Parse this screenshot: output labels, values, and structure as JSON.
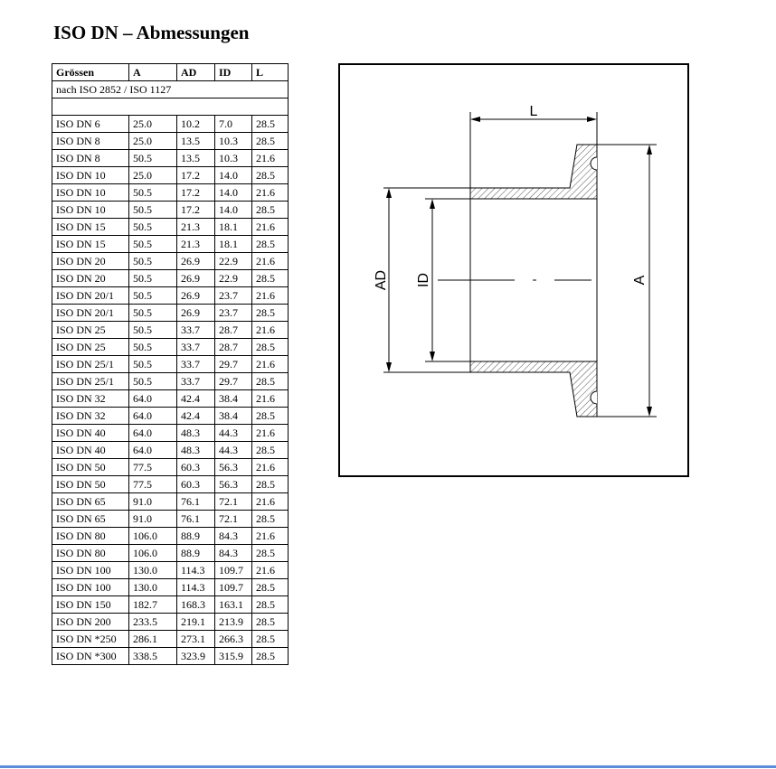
{
  "title": "ISO DN – Abmessungen",
  "table": {
    "headers": [
      "Grössen",
      "A",
      "AD",
      "ID",
      "L"
    ],
    "note": "nach ISO 2852 / ISO 1127",
    "rows": [
      [
        "ISO DN 6",
        "25.0",
        "10.2",
        "7.0",
        "28.5"
      ],
      [
        "ISO DN 8",
        "25.0",
        "13.5",
        "10.3",
        "28.5"
      ],
      [
        "ISO DN 8",
        "50.5",
        "13.5",
        "10.3",
        "21.6"
      ],
      [
        "ISO DN 10",
        "25.0",
        "17.2",
        "14.0",
        "28.5"
      ],
      [
        "ISO DN 10",
        "50.5",
        "17.2",
        "14.0",
        "21.6"
      ],
      [
        "ISO DN 10",
        "50.5",
        "17.2",
        "14.0",
        "28.5"
      ],
      [
        "ISO DN 15",
        "50.5",
        "21.3",
        "18.1",
        "21.6"
      ],
      [
        "ISO DN 15",
        "50.5",
        "21.3",
        "18.1",
        "28.5"
      ],
      [
        "ISO DN 20",
        "50.5",
        "26.9",
        "22.9",
        "21.6"
      ],
      [
        "ISO DN 20",
        "50.5",
        "26.9",
        "22.9",
        "28.5"
      ],
      [
        "ISO DN 20/1",
        "50.5",
        "26.9",
        "23.7",
        "21.6"
      ],
      [
        "ISO DN 20/1",
        "50.5",
        "26.9",
        "23.7",
        "28.5"
      ],
      [
        "ISO DN 25",
        "50.5",
        "33.7",
        "28.7",
        "21.6"
      ],
      [
        "ISO DN 25",
        "50.5",
        "33.7",
        "28.7",
        "28.5"
      ],
      [
        "ISO DN 25/1",
        "50.5",
        "33.7",
        "29.7",
        "21.6"
      ],
      [
        "ISO DN 25/1",
        "50.5",
        "33.7",
        "29.7",
        "28.5"
      ],
      [
        "ISO DN 32",
        "64.0",
        "42.4",
        "38.4",
        "21.6"
      ],
      [
        "ISO DN 32",
        "64.0",
        "42.4",
        "38.4",
        "28.5"
      ],
      [
        "ISO DN 40",
        "64.0",
        "48.3",
        "44.3",
        "21.6"
      ],
      [
        "ISO DN 40",
        "64.0",
        "48.3",
        "44.3",
        "28.5"
      ],
      [
        "ISO DN 50",
        "77.5",
        "60.3",
        "56.3",
        "21.6"
      ],
      [
        "ISO DN 50",
        "77.5",
        "60.3",
        "56.3",
        "28.5"
      ],
      [
        "ISO DN 65",
        "91.0",
        "76.1",
        "72.1",
        "21.6"
      ],
      [
        "ISO DN 65",
        "91.0",
        "76.1",
        "72.1",
        "28.5"
      ],
      [
        "ISO DN 80",
        "106.0",
        "88.9",
        "84.3",
        "21.6"
      ],
      [
        "ISO DN 80",
        "106.0",
        "88.9",
        "84.3",
        "28.5"
      ],
      [
        "ISO DN 100",
        "130.0",
        "114.3",
        "109.7",
        "21.6"
      ],
      [
        "ISO DN 100",
        "130.0",
        "114.3",
        "109.7",
        "28.5"
      ],
      [
        "ISO DN 150",
        "182.7",
        "168.3",
        "163.1",
        "28.5"
      ],
      [
        "ISO DN 200",
        "233.5",
        "219.1",
        "213.9",
        "28.5"
      ],
      [
        "ISO DN *250",
        "286.1",
        "273.1",
        "266.3",
        "28.5"
      ],
      [
        "ISO DN *300",
        "338.5",
        "323.9",
        "315.9",
        "28.5"
      ]
    ]
  },
  "drawing": {
    "labels": {
      "L": "L",
      "AD": "AD",
      "ID": "ID",
      "A": "A"
    }
  },
  "colors": {
    "footer_line": "#5b8ed6",
    "hatch": "#555555"
  }
}
